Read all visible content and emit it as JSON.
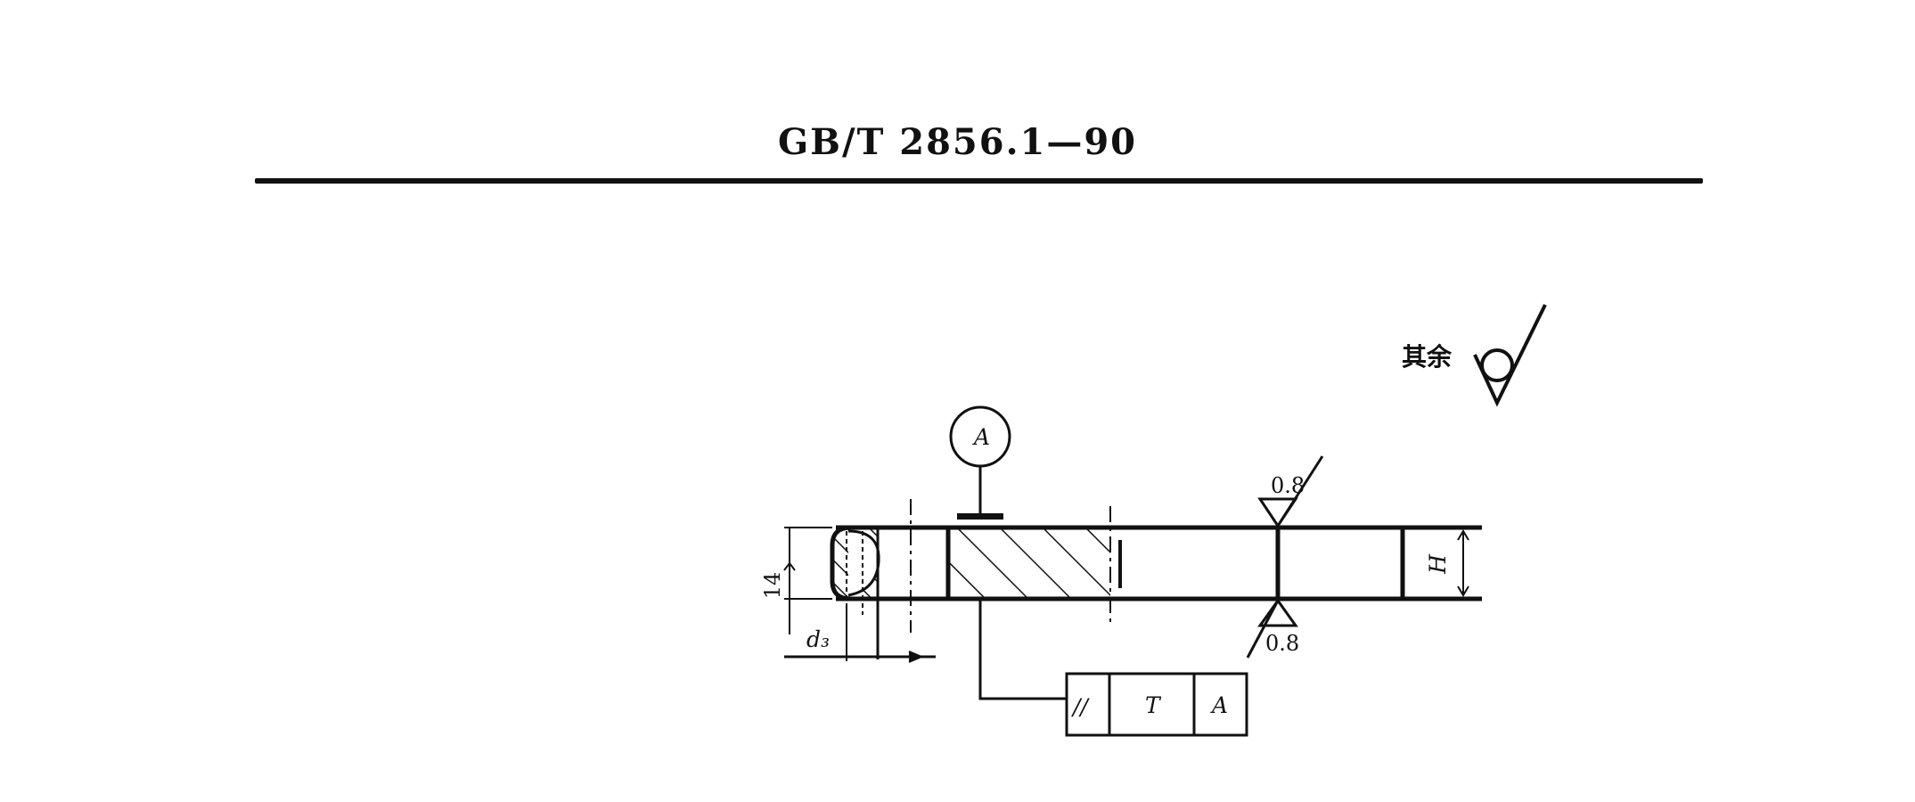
{
  "header": {
    "standard_code": "GB/T  2856.1—90"
  },
  "drawing": {
    "datum_letter": "A",
    "other_surfaces_label": "其余",
    "roughness_top": "0.8",
    "roughness_bottom": "0.8",
    "height_symbol": "H",
    "dim_groove_width": "14",
    "dim_groove_diameter": "d₃",
    "tolerance_frame": {
      "symbol": "//",
      "tolerance": "T",
      "datum": "A"
    }
  }
}
